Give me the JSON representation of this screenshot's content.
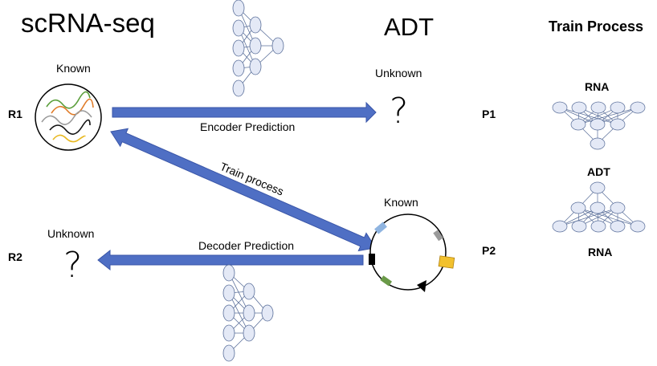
{
  "headings": {
    "left": "scRNA-seq",
    "center": "ADT",
    "right": "Train Process"
  },
  "rows": {
    "r1": "R1",
    "r2": "R2",
    "p1": "P1",
    "p2": "P2"
  },
  "status": {
    "known_top": "Known",
    "unknown_top": "Unknown",
    "unknown_bottom": "Unknown",
    "known_bottom": "Known",
    "question": "?"
  },
  "arrows": {
    "encoder": "Encoder Prediction",
    "decoder": "Decoder Prediction",
    "train": "Train process"
  },
  "train_process": {
    "rna_top": "RNA",
    "adt": "ADT",
    "rna_bottom": "RNA"
  },
  "colors": {
    "arrow_fill": "#4f6fc4",
    "arrow_stroke": "#3a56a8",
    "node_fill": "#e4e9f6",
    "node_stroke": "#5a6f9a",
    "curve_green": "#5a9e3a",
    "curve_orange": "#e07b28",
    "curve_gray": "#9a9a9a",
    "curve_black": "#111111",
    "curve_yellow": "#e8b820",
    "marker_blue": "#8fb4e0",
    "marker_gray": "#9a9a9a",
    "marker_yellow": "#f2c12e",
    "marker_green": "#6a9a48",
    "marker_black": "#000000"
  }
}
